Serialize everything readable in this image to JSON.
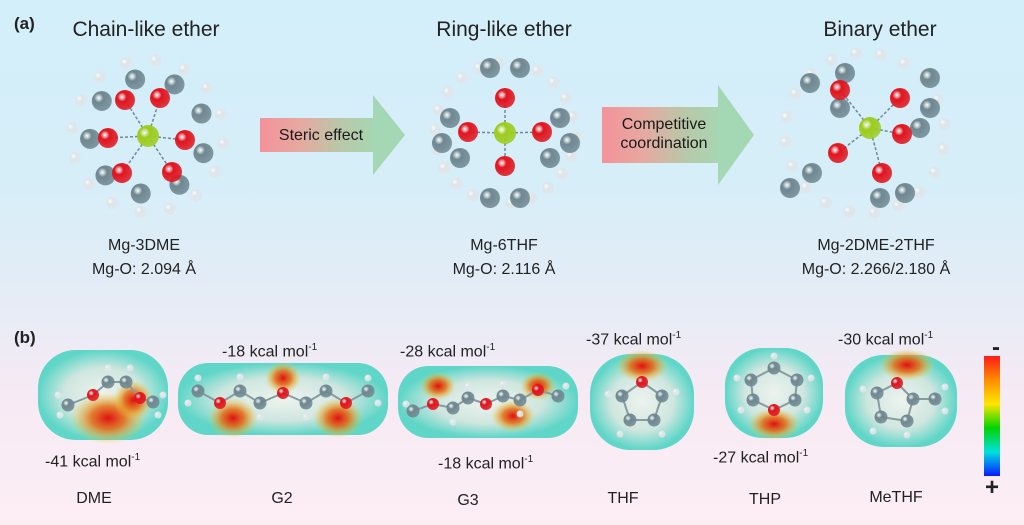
{
  "panel_a": {
    "label": "(a)",
    "structures": [
      {
        "title": "Chain-like ether",
        "name": "Mg-3DME",
        "bond": "Mg-O: 2.094 Å"
      },
      {
        "title": "Ring-like ether",
        "name": "Mg-6THF",
        "bond": "Mg-O: 2.116 Å"
      },
      {
        "title": "Binary ether",
        "name": "Mg-2DME-2THF",
        "bond": "Mg-O: 2.266/2.180 Å"
      }
    ],
    "arrows": [
      {
        "line1": "Steric effect",
        "line2": ""
      },
      {
        "line1": "Competitive",
        "line2": "coordination"
      }
    ]
  },
  "panel_b": {
    "label": "(b)",
    "unit": "kcal mol",
    "unit_sup": "-1",
    "molecules": [
      {
        "name": "DME",
        "energies": [
          "-41"
        ]
      },
      {
        "name": "G2",
        "energies": [
          "-18"
        ]
      },
      {
        "name": "G3",
        "energies": [
          "-28",
          "-18"
        ]
      },
      {
        "name": "THF",
        "energies": [
          "-37"
        ]
      },
      {
        "name": "THP",
        "energies": [
          "-27"
        ]
      },
      {
        "name": "MeTHF",
        "energies": [
          "-30"
        ]
      }
    ],
    "colorbar": {
      "top": "-",
      "bottom": "+",
      "colors": [
        "#ff1a1a",
        "#ff8c00",
        "#ffe600",
        "#00d400",
        "#00e0e0",
        "#0a1aff"
      ]
    }
  },
  "colors": {
    "oxygen": "#e0141e",
    "carbon": "#6f8790",
    "hydrogen": "#dfe6ea",
    "magnesium": "#9ccc1c"
  }
}
